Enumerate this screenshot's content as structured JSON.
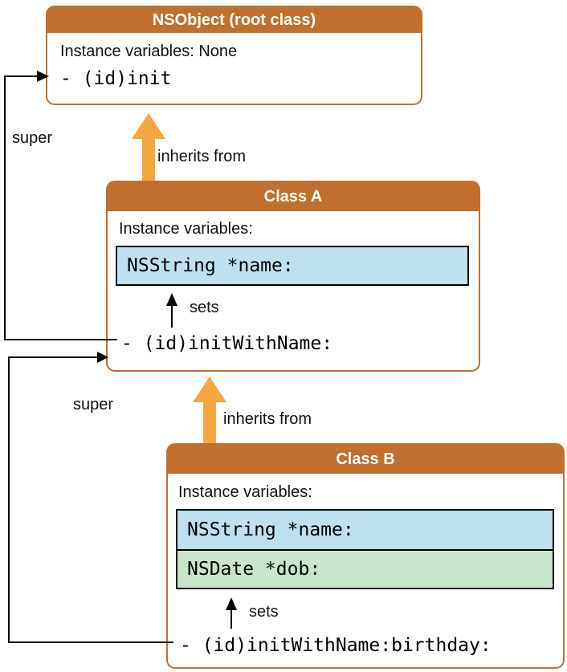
{
  "colors": {
    "box-border": "#C06F2E",
    "box-header": "#C06F2E",
    "inherit-arrow": "#F6A640",
    "var-blue": "#BFE0EF",
    "var-green": "#C9E5CB",
    "line": "#000000",
    "text": "#111111",
    "header-text": "#FFFFFF"
  },
  "classes": [
    {
      "title": "NSObject (root class)",
      "ivar_heading": "Instance variables: None",
      "vars": [],
      "method": "- (id)init"
    },
    {
      "title": "Class A",
      "ivar_heading": "Instance variables:",
      "vars": [
        {
          "text": "NSString *name:"
        }
      ],
      "method": "- (id)initWithName:"
    },
    {
      "title": "Class B",
      "ivar_heading": "Instance variables:",
      "vars": [
        {
          "text": "NSString *name:"
        },
        {
          "text": "NSDate *dob:"
        }
      ],
      "method": "- (id)initWithName:birthday:"
    }
  ],
  "labels": {
    "inherits_a_to_nsobject": "inherits from",
    "inherits_b_to_a": "inherits from",
    "super_a_to_nsobject": "super",
    "super_b_to_a": "super",
    "sets_a": "sets",
    "sets_b": "sets"
  }
}
